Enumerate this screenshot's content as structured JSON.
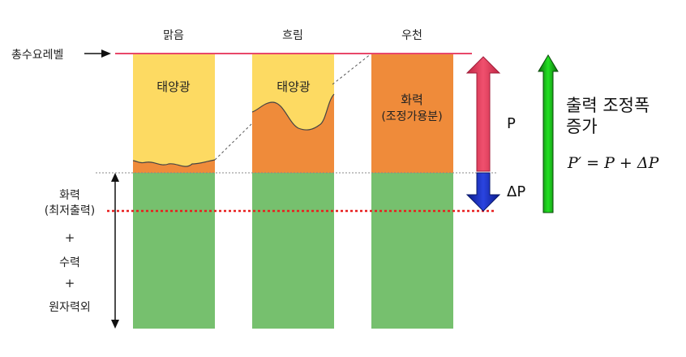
{
  "weather": {
    "clear": "맑음",
    "cloudy": "흐림",
    "rainy": "우천"
  },
  "left_labels": {
    "total_demand": "총수요레벨",
    "thermal": "화력",
    "thermal_min": "(최저출력)",
    "plus1": "+",
    "hydro": "수력",
    "plus2": "+",
    "nuclear": "원자력외"
  },
  "bar_labels": {
    "solar_clear": "태양광",
    "solar_cloudy": "태양광",
    "thermal": "화력",
    "thermal_adjustable": "(조정가용분)"
  },
  "right_labels": {
    "p": "P",
    "delta_p": "ΔP",
    "increase_line1": "출력 조정폭",
    "increase_line2": "증가",
    "formula": "P′ = P + ΔP"
  },
  "colors": {
    "solar": "#FDDA62",
    "thermal": "#EF8B3A",
    "base": "#76C06E",
    "demand_line": "#E8476A",
    "min_output_line": "#E81E1E",
    "p_arrow": "#E8405E",
    "delta_p_arrow": "#1B2FBF",
    "increase_arrow": "#1FCB1F"
  }
}
